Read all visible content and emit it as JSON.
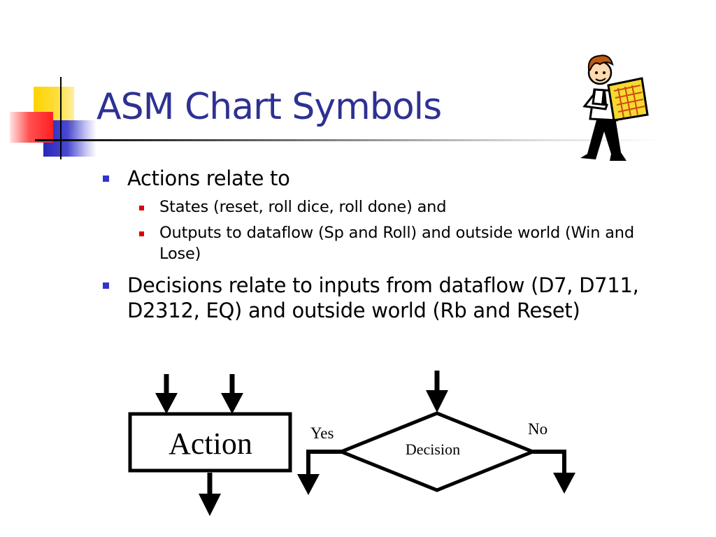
{
  "slide": {
    "title": "ASM Chart Symbols",
    "colors": {
      "title": "#2E3192",
      "bullet_level1": "#3333CC",
      "bullet_level2": "#E00000",
      "text": "#000000",
      "deco_yellow": "#FFD200",
      "deco_red": "#FF4040",
      "deco_blue": "#2828B8"
    },
    "clipart_icon": "presenter-with-chart-icon"
  },
  "bullets": [
    {
      "text": "Actions relate to",
      "children": [
        "States (reset, roll dice, roll done) and",
        "Outputs to dataflow (Sp and Roll) and outside world (Win and Lose)"
      ]
    },
    {
      "text": "Decisions relate to inputs from dataflow (D7, D711, D2312, EQ) and outside world (Rb and Reset)",
      "children": []
    }
  ],
  "diagram": {
    "action_label": "Action",
    "decision_label": "Decision",
    "yes_label": "Yes",
    "no_label": "No"
  }
}
